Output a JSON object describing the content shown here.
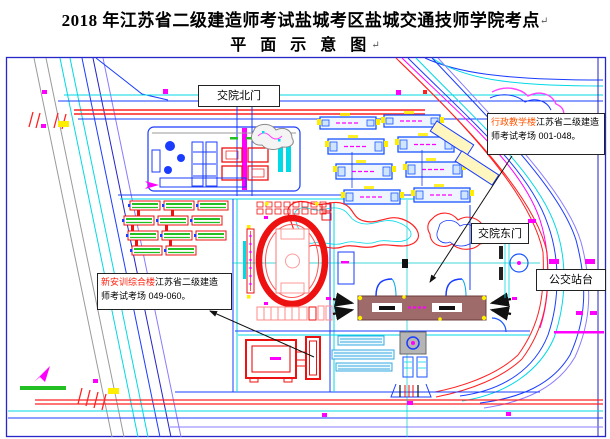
{
  "title": {
    "line1": "2018 年江苏省二级建造师考试盐城考区盐城交通技师学院考点",
    "line2": "平 面 示 意 图",
    "paragraph_mark": "↵"
  },
  "map_labels": {
    "north_gate": {
      "text": "交院北门"
    },
    "east_gate": {
      "text": "交院东门"
    },
    "bus_stop": {
      "text": "公交站台"
    },
    "admin_building": {
      "name": "行政教学楼",
      "line1_rest": "江苏省二级建造",
      "line2": "师考试考场 001-048。"
    },
    "training_building": {
      "name": "新安训综合楼",
      "line1_rest": "江苏省二级建造",
      "line2": "师考试考场 049-060。"
    }
  },
  "colors": {
    "cad_blue": "#1a3cff",
    "cad_cyan": "#00d9e6",
    "cad_gray": "#9a9a9a",
    "cad_magenta": "#ff00ff",
    "road_red": "#ff2121",
    "track_red": "#ee1111",
    "building_mauve": "#9e6a6a",
    "green": "#22c022",
    "yellow": "#ffee00",
    "highlight_orange": "#ff5500",
    "highlight_red": "#ff2211",
    "frame_blue": "#2626c9"
  }
}
